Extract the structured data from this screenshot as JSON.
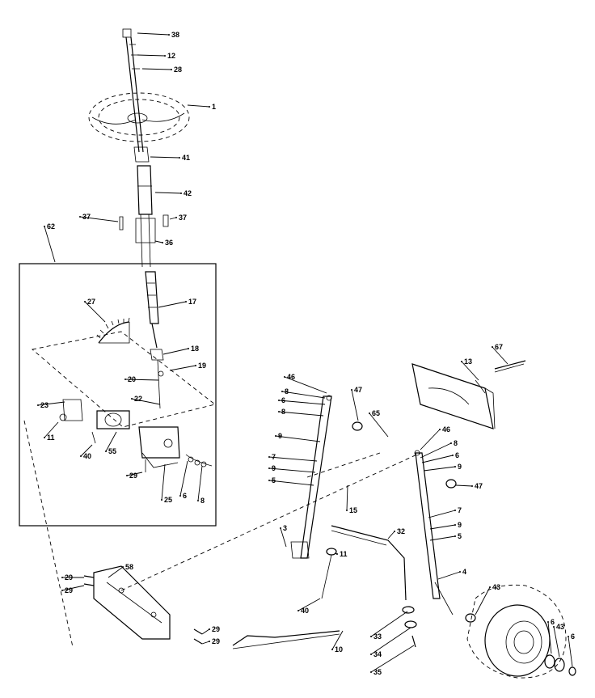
{
  "diagram": {
    "callouts": [
      "38",
      "12",
      "28",
      "1",
      "41",
      "42",
      "37",
      "37",
      "36",
      "62",
      "27",
      "17",
      "18",
      "19",
      "20",
      "22",
      "23",
      "11",
      "55",
      "40",
      "29",
      "25",
      "6",
      "8",
      "46",
      "8",
      "6",
      "8",
      "9",
      "7",
      "9",
      "5",
      "47",
      "65",
      "15",
      "46",
      "8",
      "6",
      "9",
      "47",
      "7",
      "9",
      "5",
      "4",
      "3",
      "32",
      "11",
      "40",
      "10",
      "33",
      "34",
      "35",
      "58",
      "29",
      "29",
      "29",
      "29",
      "13",
      "67",
      "43",
      "6",
      "43",
      "6"
    ]
  }
}
